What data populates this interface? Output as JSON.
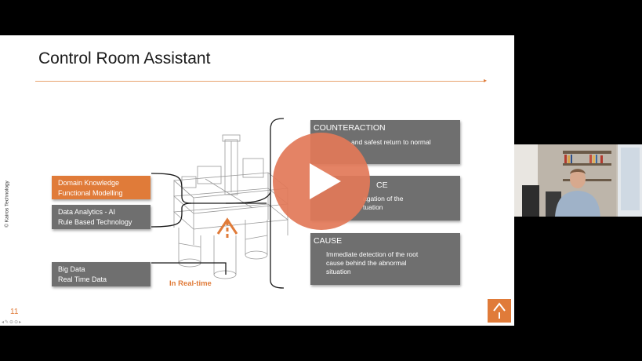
{
  "slide": {
    "title": "Control Room Assistant",
    "copyright": "© Kairos Technology",
    "page_number": "11",
    "realtime_label": "In Real-time",
    "left_boxes": [
      {
        "lines": [
          "Domain Knowledge",
          "Functional Modelling"
        ],
        "color": "#e07b39"
      },
      {
        "lines": [
          "Data Analytics - AI",
          "Rule Based Technology"
        ],
        "color": "#6f6f6f"
      },
      {
        "lines": [
          "Big Data",
          "Real Time Data"
        ],
        "color": "#6f6f6f"
      }
    ],
    "right_boxes": [
      {
        "title": "COUNTERACTION",
        "lines": [
          "and safest return to normal"
        ]
      },
      {
        "title": "CE",
        "lines": [
          "agation of the",
          "tuation"
        ]
      },
      {
        "title": "CAUSE",
        "lines": [
          "Immediate detection of the root",
          "cause behind the abnormal",
          "situation"
        ]
      }
    ],
    "accent_color": "#e07b39"
  },
  "video": {
    "play_button_color": "#e27858"
  },
  "icons": [
    "play-icon",
    "logo-icon",
    "nav-arrow-icon"
  ]
}
